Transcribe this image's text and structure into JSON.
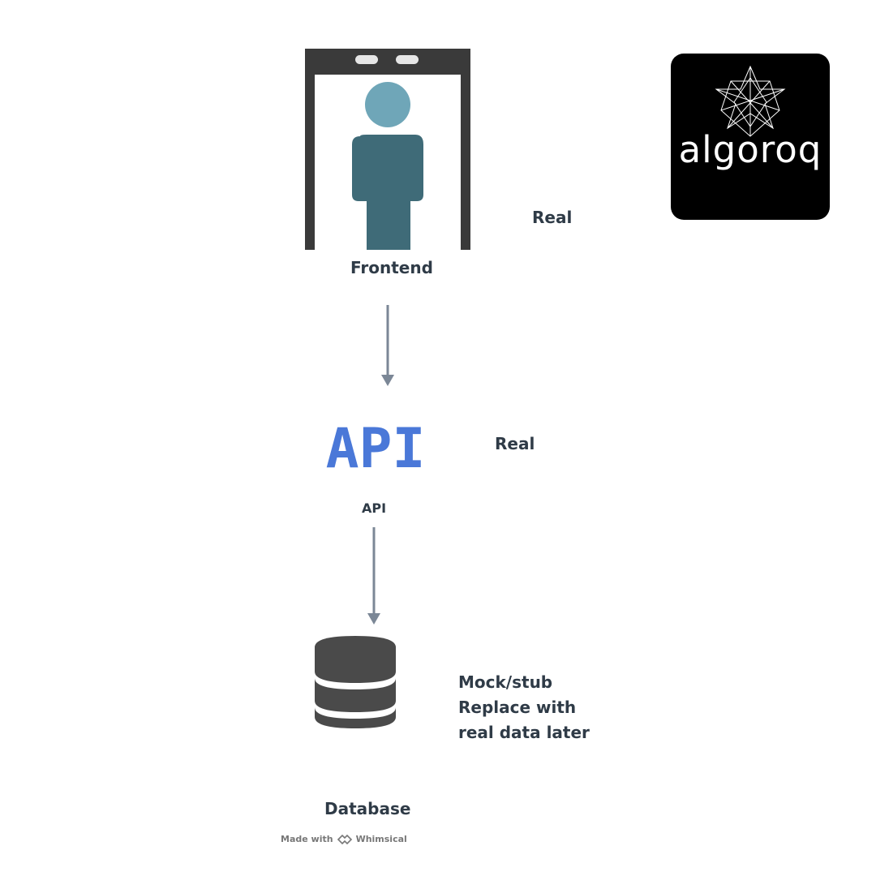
{
  "nodes": {
    "frontend": {
      "label": "Frontend",
      "note": "Real"
    },
    "api": {
      "label": "API",
      "icon_text": "API",
      "note": "Real"
    },
    "database": {
      "label": "Database",
      "note_lines": [
        "Mock/stub",
        "Replace with",
        "real data later"
      ]
    }
  },
  "logo": {
    "text": "algoroq"
  },
  "footer": {
    "made_with": "Made with",
    "brand": "Whimsical"
  },
  "colors": {
    "gate": "#3a3a3a",
    "person_head": "#6fa6b8",
    "person_body": "#3f6b78",
    "api_blue": "#4a78d8",
    "arrow": "#7b8796",
    "database": "#4a4a4a",
    "text": "#2f3b47"
  }
}
